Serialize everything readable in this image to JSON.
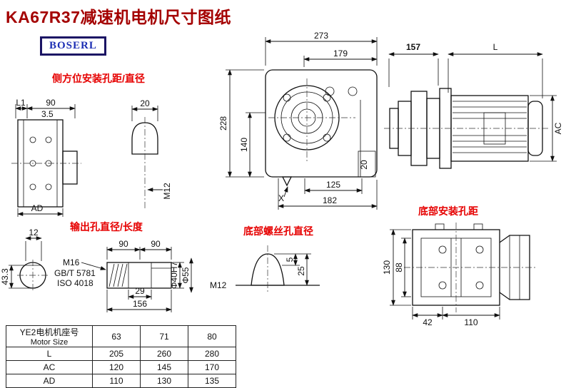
{
  "title": "KA67R37减速机电机尺寸图纸",
  "logo": "BOSERL",
  "annotations": {
    "side_mount_label": "侧方位安装孔距/直径",
    "output_label": "输出孔直径/长度",
    "bottom_screw_label": "底部螺丝孔直径",
    "bottom_mount_label": "底部安装孔距"
  },
  "main_view": {
    "dim_273": "273",
    "dim_179": "179",
    "dim_228": "228",
    "dim_140": "140",
    "dim_20": "20",
    "dim_125": "125",
    "dim_182": "182",
    "label_x": "X"
  },
  "motor_view": {
    "dim_157": "157",
    "dim_L": "L",
    "dim_AC": "AC"
  },
  "side_view": {
    "dim_L1": "L1",
    "dim_90": "90",
    "dim_35": "3.5",
    "dim_AD": "AD",
    "dim_20": "20",
    "dim_M12": "M12"
  },
  "output_view": {
    "dim_12": "12",
    "dim_90a": "90",
    "dim_90b": "90",
    "thread": "M16",
    "std1": "GB/T 5781",
    "std2": "ISO 4018",
    "dim_29": "29",
    "dim_156": "156",
    "dim_d40": "Φ40H7",
    "dim_d55": "Φ55",
    "dim_433": "43.3"
  },
  "bottom_screw_view": {
    "dim_M12": "M12",
    "dim_5": "5",
    "dim_25": "25"
  },
  "bottom_mount_view": {
    "dim_130": "130",
    "dim_88": "88",
    "dim_42": "42",
    "dim_110": "110"
  },
  "table": {
    "header_cn": "YE2电机机座号",
    "header_en": "Motor Size",
    "sizes": [
      "63",
      "71",
      "80"
    ],
    "rows": [
      {
        "label": "L",
        "values": [
          "205",
          "260",
          "280"
        ]
      },
      {
        "label": "AC",
        "values": [
          "120",
          "145",
          "170"
        ]
      },
      {
        "label": "AD",
        "values": [
          "110",
          "130",
          "135"
        ]
      }
    ]
  }
}
